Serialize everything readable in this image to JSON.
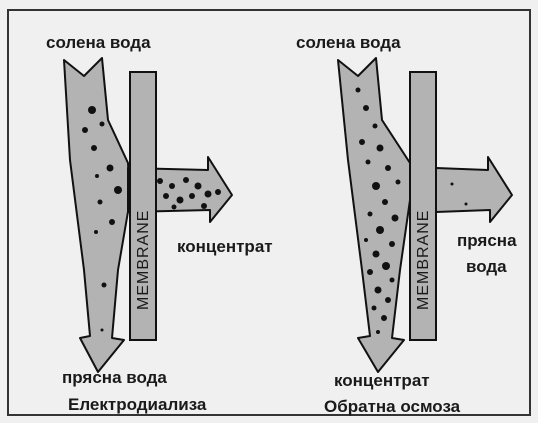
{
  "left": {
    "input_label": "солена вода",
    "side_label": "концентрат",
    "output_label": "прясна вода",
    "caption": "Електродиализа",
    "membrane_label": "MEMBRANE"
  },
  "right": {
    "input_label": "солена вода",
    "side_label_line1": "прясна",
    "side_label_line2": "вода",
    "output_label": "концентрат",
    "caption": "Обратна осмоза",
    "membrane_label": "MEMBRANE"
  },
  "colors": {
    "arrow_fill": "#b3b3b3",
    "membrane_fill": "#b3b3b3",
    "dot": "#111111",
    "frame": "#333333",
    "background": "#f0f0f0"
  }
}
